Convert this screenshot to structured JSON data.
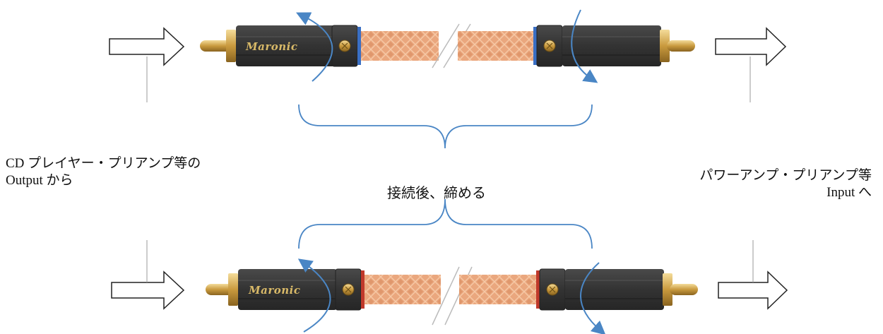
{
  "left_label": {
    "line1": "CD プレイヤー・プリアンプ等の",
    "line2": "Output から"
  },
  "right_label": {
    "line1": "パワーアンプ・プリアンプ等",
    "line2": "Input へ"
  },
  "center_label": "接続後、締める",
  "brand": "Maronic",
  "colors": {
    "plug_body": "#3c3c3c",
    "plug_gold": "#d9b25a",
    "cable": "#e8a37a",
    "bracket": "#4a86c5",
    "arrow_rotate": "#4a86c5",
    "ring_top": "#3a6fc4",
    "ring_bottom": "#c0392b"
  }
}
